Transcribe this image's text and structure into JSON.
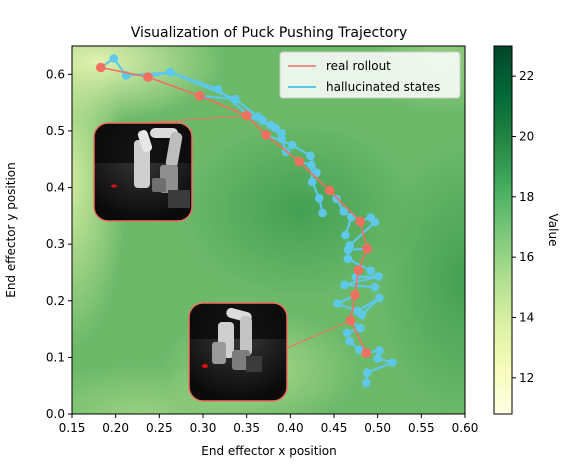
{
  "chart_data": {
    "type": "scatter",
    "title": "Visualization of Puck Pushing Trajectory",
    "xlabel": "End effector x position",
    "ylabel": "End effector y position",
    "xlim": [
      0.15,
      0.6
    ],
    "ylim": [
      0.0,
      0.65
    ],
    "xticks": [
      "0.15",
      "0.20",
      "0.25",
      "0.30",
      "0.35",
      "0.40",
      "0.45",
      "0.50",
      "0.55",
      "0.60"
    ],
    "yticks": [
      "0.0",
      "0.1",
      "0.2",
      "0.3",
      "0.4",
      "0.5",
      "0.6"
    ],
    "grid": false,
    "legend": {
      "placement": "top-right",
      "entries": [
        {
          "label": "real rollout",
          "color": "#f07060"
        },
        {
          "label": "hallucinated states",
          "color": "#5ec8ea"
        }
      ]
    },
    "colorbar": {
      "label": "Value",
      "min": 10.8,
      "max": 23.0,
      "ticks": [
        "12",
        "14",
        "16",
        "18",
        "20",
        "22"
      ],
      "colormap": "Greens",
      "colors": [
        "#ffffe5",
        "#f7fcb9",
        "#d9f0a3",
        "#addd8e",
        "#78c679",
        "#41ab5d",
        "#238443",
        "#006837",
        "#004529"
      ]
    },
    "series": [
      {
        "name": "real rollout",
        "color": "#f07060",
        "points": [
          [
            0.183,
            0.612
          ],
          [
            0.237,
            0.595
          ],
          [
            0.296,
            0.562
          ],
          [
            0.35,
            0.527
          ],
          [
            0.372,
            0.493
          ],
          [
            0.41,
            0.446
          ],
          [
            0.445,
            0.395
          ],
          [
            0.48,
            0.34
          ],
          [
            0.488,
            0.292
          ],
          [
            0.478,
            0.254
          ],
          [
            0.474,
            0.21
          ],
          [
            0.469,
            0.165
          ],
          [
            0.487,
            0.108
          ]
        ]
      },
      {
        "name": "hallucinated states",
        "color": "#5ec8ea",
        "branches": [
          [
            [
              0.183,
              0.612
            ],
            [
              0.198,
              0.628
            ],
            [
              0.212,
              0.598
            ],
            [
              0.263,
              0.603
            ],
            [
              0.337,
              0.556
            ]
          ],
          [
            [
              0.237,
              0.595
            ],
            [
              0.262,
              0.604
            ],
            [
              0.317,
              0.574
            ],
            [
              0.351,
              0.529
            ],
            [
              0.368,
              0.519
            ],
            [
              0.39,
              0.496
            ]
          ],
          [
            [
              0.296,
              0.562
            ],
            [
              0.337,
              0.556
            ],
            [
              0.363,
              0.525
            ],
            [
              0.378,
              0.51
            ]
          ],
          [
            [
              0.35,
              0.527
            ],
            [
              0.383,
              0.505
            ],
            [
              0.39,
              0.486
            ],
            [
              0.395,
              0.463
            ]
          ],
          [
            [
              0.372,
              0.493
            ],
            [
              0.402,
              0.475
            ],
            [
              0.423,
              0.456
            ],
            [
              0.43,
              0.426
            ]
          ],
          [
            [
              0.41,
              0.446
            ],
            [
              0.424,
              0.44
            ],
            [
              0.425,
              0.41
            ],
            [
              0.433,
              0.381
            ],
            [
              0.437,
              0.355
            ]
          ],
          [
            [
              0.445,
              0.395
            ],
            [
              0.453,
              0.38
            ],
            [
              0.461,
              0.358
            ],
            [
              0.47,
              0.348
            ],
            [
              0.463,
              0.316
            ]
          ],
          [
            [
              0.48,
              0.34
            ],
            [
              0.492,
              0.347
            ],
            [
              0.497,
              0.339
            ],
            [
              0.468,
              0.298
            ]
          ],
          [
            [
              0.488,
              0.292
            ],
            [
              0.466,
              0.29
            ],
            [
              0.466,
              0.274
            ],
            [
              0.492,
              0.253
            ]
          ],
          [
            [
              0.478,
              0.254
            ],
            [
              0.475,
              0.242
            ],
            [
              0.501,
              0.243
            ],
            [
              0.462,
              0.228
            ],
            [
              0.497,
              0.224
            ]
          ],
          [
            [
              0.474,
              0.21
            ],
            [
              0.454,
              0.195
            ],
            [
              0.477,
              0.182
            ],
            [
              0.502,
              0.205
            ],
            [
              0.482,
              0.175
            ]
          ],
          [
            [
              0.469,
              0.165
            ],
            [
              0.48,
              0.152
            ],
            [
              0.465,
              0.143
            ],
            [
              0.468,
              0.128
            ],
            [
              0.479,
              0.113
            ]
          ],
          [
            [
              0.487,
              0.108
            ],
            [
              0.502,
              0.112
            ],
            [
              0.5,
              0.098
            ],
            [
              0.517,
              0.091
            ],
            [
              0.488,
              0.073
            ],
            [
              0.487,
              0.055
            ]
          ]
        ]
      }
    ],
    "insets": [
      {
        "name": "robot-arm-inset-top",
        "anchor": [
          0.35,
          0.527
        ]
      },
      {
        "name": "robot-arm-inset-bottom",
        "anchor": [
          0.469,
          0.165
        ]
      }
    ]
  }
}
